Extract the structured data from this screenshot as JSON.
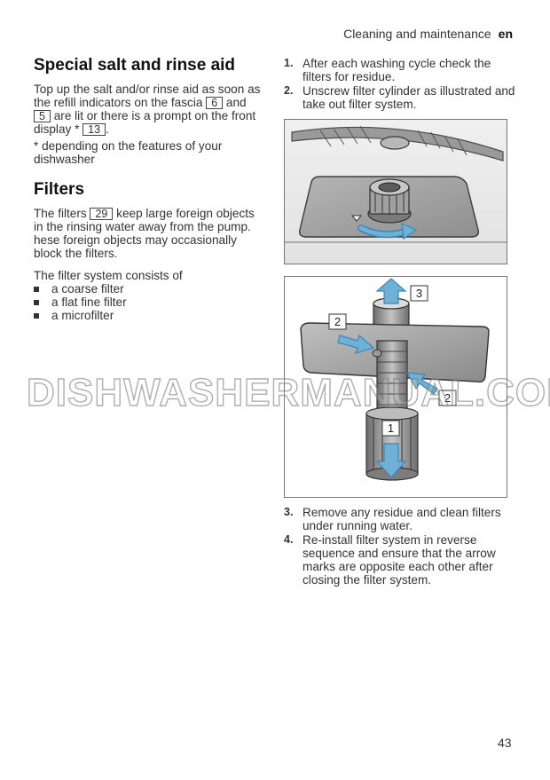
{
  "header": {
    "section": "Cleaning and maintenance",
    "lang": "en"
  },
  "salt": {
    "heading": "Special salt and rinse aid",
    "p1": {
      "t1": "Top up the salt and/or rinse aid as soon as the refill indicators on the fascia ",
      "ref1": "6",
      "t2": " and ",
      "ref2": "5",
      "t3": " are lit or there is a prompt on the front display * ",
      "ref3": "13",
      "t4": "."
    },
    "note": "* depending on the features of your dishwasher"
  },
  "filters": {
    "heading": "Filters",
    "p1": {
      "t1": "The filters ",
      "ref": "29",
      "t2": " keep large foreign objects in the rinsing water away from the pump. hese foreign objects may occasionally block the filters."
    },
    "intro": "The filter system consists of",
    "items": [
      "a coarse filter",
      "a flat fine filter",
      "a microfilter"
    ]
  },
  "steps_top": [
    {
      "num": "1.",
      "text": "After each washing cycle check the filters for residue."
    },
    {
      "num": "2.",
      "text": "Unscrew filter cylinder as illustrated and take out filter system."
    }
  ],
  "steps_bottom": [
    {
      "num": "3.",
      "text": "Remove any residue and clean filters under running water."
    },
    {
      "num": "4.",
      "text": "Re-install filter system in reverse sequence and ensure that the arrow marks are opposite each other after closing the filter system."
    }
  ],
  "figure2": {
    "label3": "3",
    "label2a": "2",
    "label2b": "2",
    "label1": "1"
  },
  "watermark": "DISHWASHERMANUAL.COM",
  "page_number": "43",
  "colors": {
    "arrow": "#6fb0d6",
    "arrow_stroke": "#3d86b5",
    "metal": "#a7a7a7",
    "dark": "#3c3c3c"
  }
}
